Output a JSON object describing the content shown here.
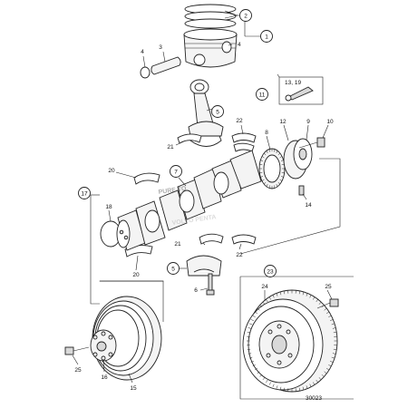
{
  "drawing": {
    "number": "30023",
    "watermark": [
      "PURE TO",
      "VOLVO PENTA"
    ]
  },
  "callouts": {
    "c1": "1",
    "c2": "2",
    "c3": "3",
    "c4a": "4",
    "c4b": "4",
    "c5a": "5",
    "c5b": "5",
    "c6": "6",
    "c7": "7",
    "c8": "8",
    "c9": "9",
    "c10": "10",
    "c11": "11",
    "c12": "12",
    "c13_19": "13, 19",
    "c14": "14",
    "c15": "15",
    "c16": "16",
    "c17": "17",
    "c18": "18",
    "c20a": "20",
    "c20b": "20",
    "c21a": "21",
    "c21b": "21",
    "c22a": "22",
    "c22b": "22",
    "c23": "23",
    "c24": "24",
    "c25a": "25",
    "c25b": "25"
  }
}
